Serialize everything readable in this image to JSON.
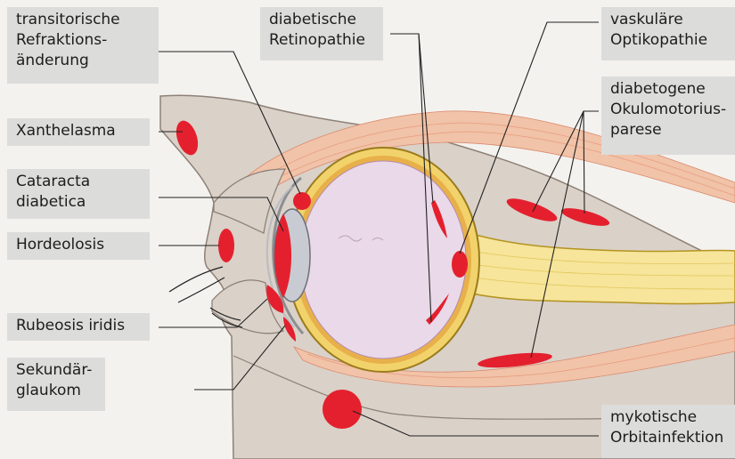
{
  "labels": {
    "transitorische_refraktion": "transitorische\nRefraktions-\nänderung",
    "xanthelasma": "Xanthelasma",
    "cataracta": "Cataracta\ndiabetica",
    "hordeolosis": "Hordeolosis",
    "rubeosis": "Rubeosis iridis",
    "sekundaerglaukom": "Sekundär-\nglaukom",
    "retinopathie": "diabetische\nRetinopathie",
    "optikopathie": "vaskuläre\nOptikopathie",
    "okulomotorius": "diabetogene\nOkulomotorius-\nparese",
    "orbitainfektion": "mykotische\nOrbitainfektion"
  },
  "colors": {
    "background": "#f4f2ee",
    "label_box": "#dcdcdb",
    "lesion_red": "#e4202e",
    "sclera_yellow": "#f2d36b",
    "vitreous": "#ead9e8",
    "orbit_tissue": "#dad1c8",
    "muscle": "#f1c3a8",
    "optic_nerve": "#f6e59a",
    "lens": "#c9cbd2"
  }
}
